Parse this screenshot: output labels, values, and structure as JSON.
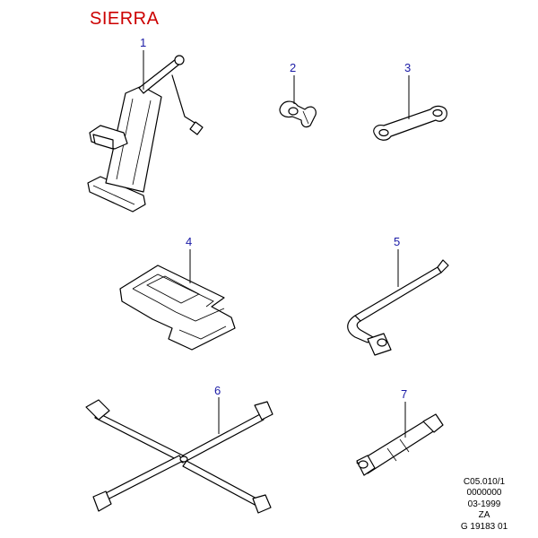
{
  "title": "SIERRA",
  "callouts": [
    "1",
    "2",
    "3",
    "4",
    "5",
    "6",
    "7"
  ],
  "ref_lines": [
    "C05.010/1",
    "0000000",
    "03-1999",
    "ZA",
    "G 19183 01"
  ],
  "colors": {
    "title": "#cc0000",
    "callout": "#1a1aa6"
  }
}
